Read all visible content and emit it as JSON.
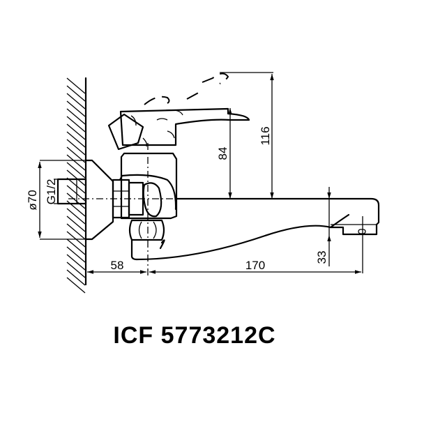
{
  "drawing": {
    "labels": {
      "diameter": "ø70",
      "thread": "G1/2",
      "lever_height": "84",
      "total_height": "116",
      "spout_height": "33",
      "wall_offset": "58",
      "spout_reach": "170"
    }
  },
  "model": "ICF 5773212C"
}
